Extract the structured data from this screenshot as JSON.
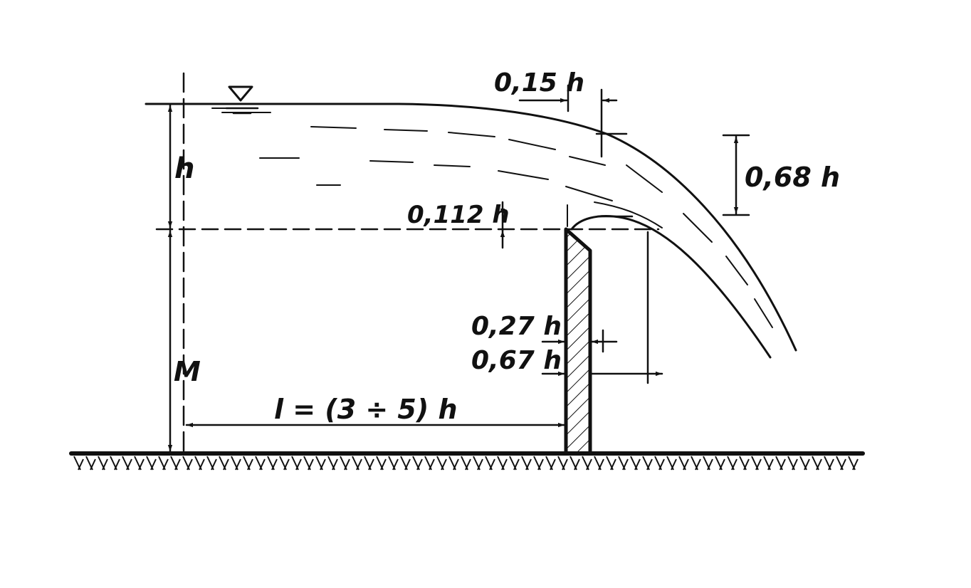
{
  "labels": {
    "h": "h",
    "M": "M",
    "len": "l = (3 ÷ 5) h",
    "d015": "0,15 h",
    "d068": "0,68 h",
    "d0112": "0,112 h",
    "d027": "0,27 h",
    "d067": "0,67 h"
  },
  "colors": {
    "ink": "#111111",
    "background": "#ffffff"
  },
  "icons": {
    "water_level": "inverted-triangle-icon"
  }
}
